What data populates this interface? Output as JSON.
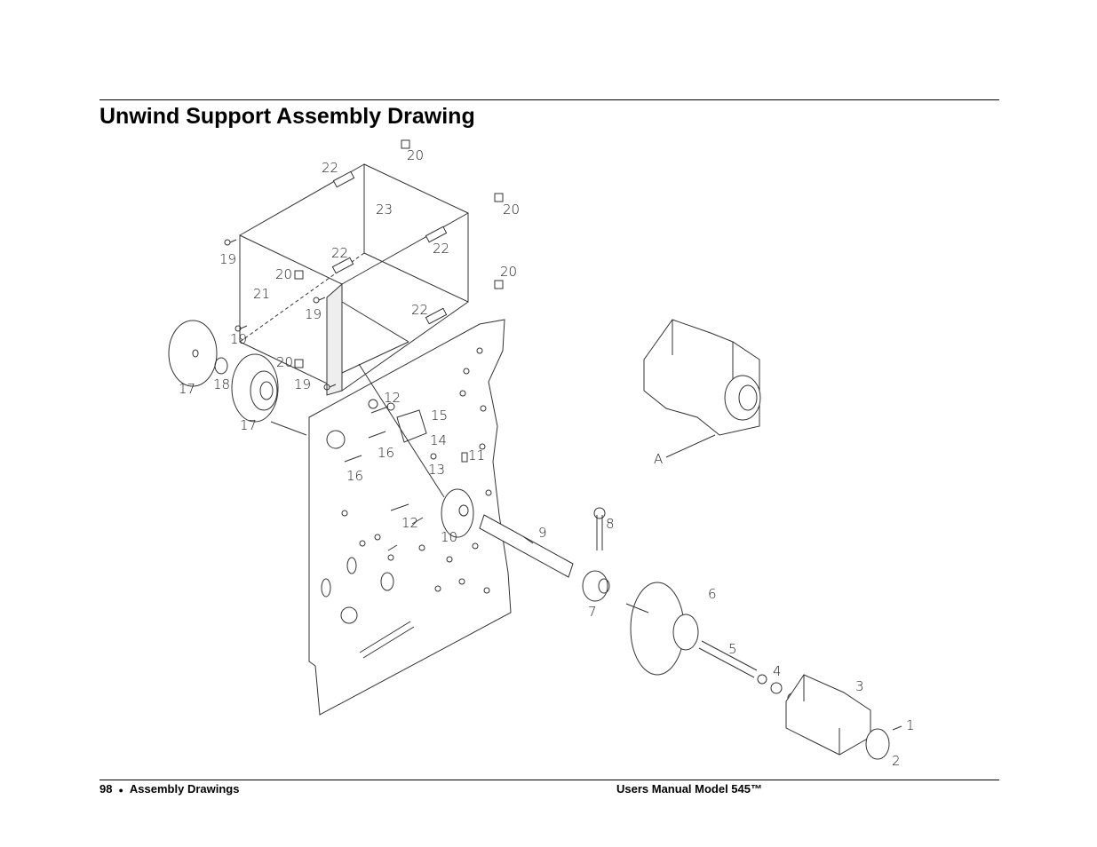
{
  "header": {
    "title": "Unwind Support Assembly Drawing"
  },
  "drawing": {
    "callouts": {
      "c1": "1",
      "c2": "2",
      "c3": "3",
      "c4": "4",
      "c5": "5",
      "c6": "6",
      "c7": "7",
      "c8": "8",
      "c9": "9",
      "c10": "10",
      "c11": "11",
      "c12a": "12",
      "c12b": "12",
      "c13": "13",
      "c14": "14",
      "c15": "15",
      "c16a": "16",
      "c16b": "16",
      "c17a": "17",
      "c17b": "17",
      "c18": "18",
      "c19a": "19",
      "c19b": "19",
      "c19c": "19",
      "c19d": "19",
      "c20a": "20",
      "c20b": "20",
      "c20c": "20",
      "c20d": "20",
      "c20e": "20",
      "c21": "21",
      "c22a": "22",
      "c22b": "22",
      "c22c": "22",
      "c22d": "22",
      "c23": "23",
      "cA": "A"
    }
  },
  "footer": {
    "page_number": "98",
    "bullet": "●",
    "section": "Assembly Drawings",
    "manual": "Users Manual Model 545™"
  }
}
